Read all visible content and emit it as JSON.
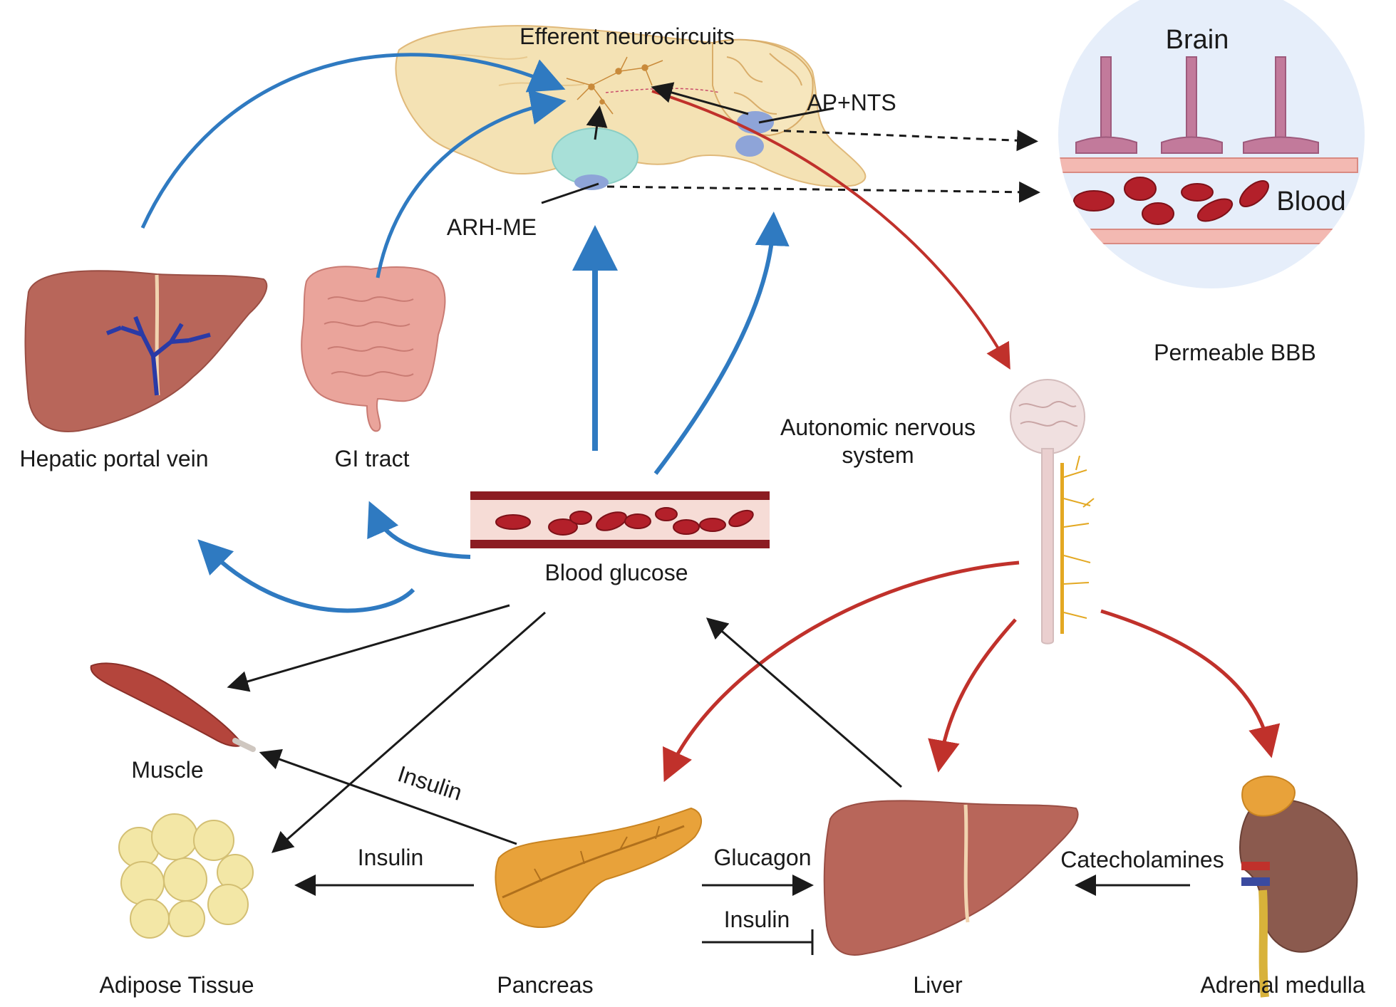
{
  "colors": {
    "blue_arrow": "#2f7ac1",
    "red_arrow": "#c0312b",
    "black_arrow": "#1a1a1a",
    "liver": "#b8665a",
    "brain_tissue": "#f4e2b4",
    "bbb_background": "#e6eefa",
    "blood_cell": "#b3202a",
    "vessel": "#8c1c22",
    "pancreas": "#e8a23a",
    "muscle": "#b4453c",
    "adipose": "#f3e7a6",
    "kidney": "#8b5a4e",
    "brain_endothelium": "#c27a9b"
  },
  "labels": {
    "efferent": "Efferent neurocircuits",
    "ap_nts": "AP+NTS",
    "arh_me": "ARH-ME",
    "bbb_brain": "Brain",
    "bbb_blood": "Blood",
    "bbb_caption": "Permeable BBB",
    "hepatic_portal_vein": "Hepatic portal vein",
    "gi_tract": "GI tract",
    "ans_line1": "Autonomic nervous",
    "ans_line2": "system",
    "blood_glucose": "Blood glucose",
    "muscle": "Muscle",
    "adipose": "Adipose Tissue",
    "pancreas": "Pancreas",
    "liver": "Liver",
    "adrenal": "Adrenal medulla",
    "insulin_muscle": "Insulin",
    "insulin_adipose": "Insulin",
    "glucagon": "Glucagon",
    "insulin_liver": "Insulin",
    "catecholamines": "Catecholamines"
  }
}
